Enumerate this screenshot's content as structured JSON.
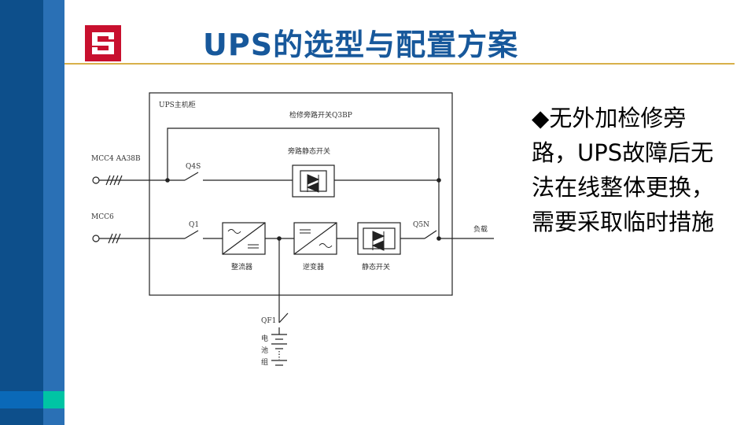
{
  "slide": {
    "title": "UPS的选型与配置方案"
  },
  "diagram": {
    "cabinet_label": "UPS主机柜",
    "bypass_maint_label": "检修旁路开关Q3BP",
    "input1_label": "MCC4 AA38B",
    "input2_label": "MCC6",
    "q4s_label": "Q4S",
    "static_bypass_label": "旁路静态开关",
    "q1_label": "Q1",
    "q5n_label": "Q5N",
    "load_label": "负载",
    "rectifier_label": "整流器",
    "inverter_label": "逆变器",
    "static_switch_label": "静态开关",
    "qf1_label": "QF1",
    "battery_label_1": "电",
    "battery_label_2": "池",
    "battery_label_3": "组"
  },
  "bullet": {
    "marker": "◆",
    "text": "无外加检修旁路，UPS故障后无法在线整体更换，需要采取临时措施"
  },
  "colors": {
    "title": "#17589b",
    "sidebar_dark": "#0d4f8b",
    "sidebar": "#1f5fa0",
    "accent": "#00c4a4",
    "rule": "#d8b04a",
    "logo_red": "#c8102e"
  }
}
